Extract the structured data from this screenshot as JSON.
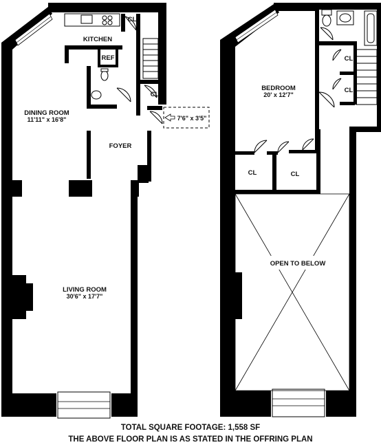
{
  "rooms": {
    "kitchen": "KITCHEN",
    "ref": "REF",
    "cl_kitchen": "CL",
    "cl_hall": "CL",
    "dining_name": "DINING ROOM",
    "dining_size": "11'11\" x 16'8\"",
    "foyer": "FOYER",
    "entry_size": "7'6\" x 3'5\"",
    "living_name": "LIVING ROOM",
    "living_size": "30'6\" x 17'7\"",
    "bedroom_name": "BEDROOM",
    "bedroom_size": "20' x 12'7\"",
    "cl_upper_1": "CL",
    "cl_upper_2": "CL",
    "cl_upper_3": "CL",
    "cl_upper_4": "CL",
    "open_to_below": "OPEN TO BELOW"
  },
  "footer": {
    "total": "TOTAL SQUARE FOOTAGE: 1,558 SF",
    "note": "THE ABOVE FLOOR PLAN IS AS STATED IN THE OFFRING PLAN"
  }
}
